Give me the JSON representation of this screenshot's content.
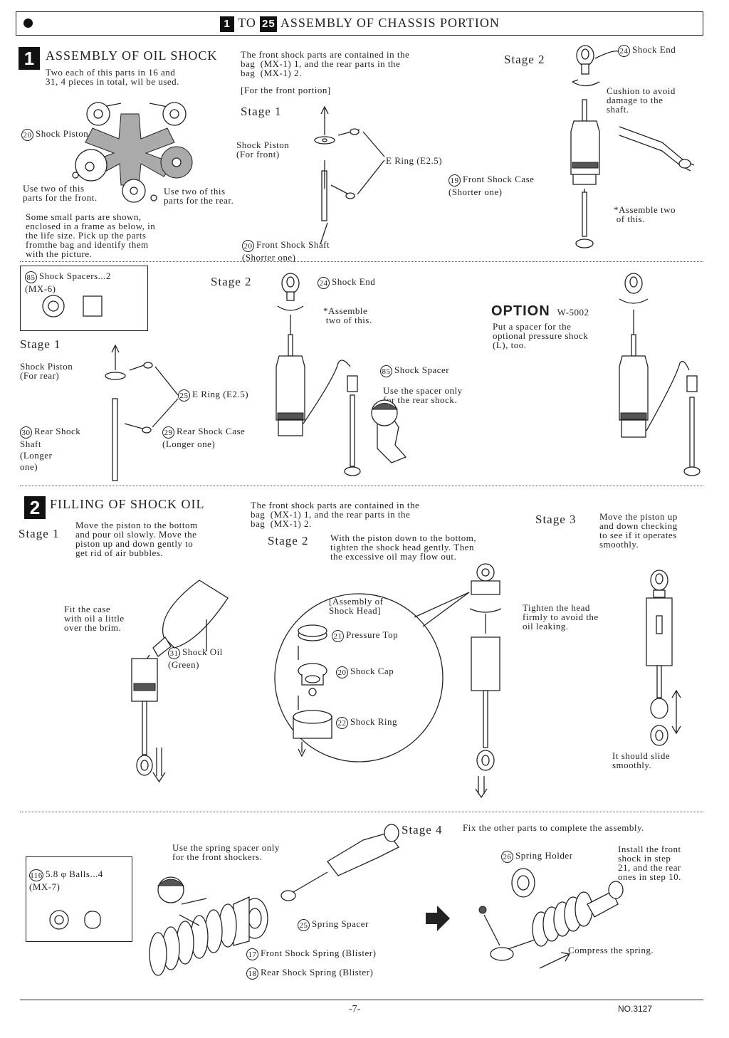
{
  "header": {
    "step_from": "1",
    "to_word": "TO",
    "step_to": "25",
    "title": "ASSEMBLY OF CHASSIS PORTION"
  },
  "s1": {
    "number": "1",
    "title": "ASSEMBLY OF OIL SHOCK",
    "intro": "Two each of this parts in 16 and\n31, 4 pieces in total, wil be used.",
    "piston_label": "Shock Piston",
    "piston_num": "20",
    "use_front": "Use two of this\nparts for the front.",
    "use_rear": "Use two of this\nparts for the rear.",
    "small_parts_note": "Some small parts are shown,\nenclosed in a frame as below, in\nthe life size. Pick up the parts\nfromthe bag and identify them\nwith the picture.",
    "front_note": "The front shock parts are contained in the\nbag  (MX-1) 1, and the rear parts in the\nbag  (MX-1) 2.",
    "for_front": "[For the front portion]",
    "stage1": "Stage 1",
    "shock_piston_front": "Shock Piston\n(For front)",
    "e_ring": "E Ring (E2.5)",
    "front_shaft_num": "20",
    "front_shaft": "Front Shock Shaft\n(Shorter one)",
    "stage2": "Stage 2",
    "shock_end_num": "24",
    "shock_end": "Shock End",
    "cushion": "Cushion to avoid\ndamage to the\nshaft.",
    "front_case_num": "19",
    "front_case": "Front Shock Case\n(Shorter one)",
    "assemble_two": "*Assemble two\n of this."
  },
  "rear": {
    "spacer_box_num": "85",
    "spacer_box": "Shock Spacers...2\n(MX-6)",
    "stage1": "Stage 1",
    "shock_piston_rear": "Shock Piston\n(For rear)",
    "e_ring_num": "25",
    "e_ring": "E Ring (E2.5)",
    "rear_shaft_num": "30",
    "rear_shaft": "Rear Shock\nShaft\n(Longer\none)",
    "rear_case_num": "29",
    "rear_case": "Rear Shock Case\n(Longer one)",
    "stage2": "Stage 2",
    "shock_end_num": "24",
    "shock_end": "Shock End",
    "assemble": "*Assemble\n two of this.",
    "spacer_num": "85",
    "spacer": "Shock Spacer",
    "spacer_note": "Use the spacer only\nfor the rear shock.",
    "option_word": "OPTION",
    "option_code": "W-5002",
    "option_note": "Put a spacer for the\noptional pressure shock\n(L), too."
  },
  "s2": {
    "number": "2",
    "title": "FILLING OF SHOCK OIL",
    "stage1": "Stage 1",
    "stage1_text": "Move the piston to the bottom\nand pour oil slowly. Move the\npiston up and down gently to\nget rid of air bubbles.",
    "front_note": "The front shock parts are contained in the\nbag  (MX-1) 1, and the rear parts in the\nbag  (MX-1) 2.",
    "stage2": "Stage 2",
    "stage2_text": "With the piston down to the bottom,\ntighten the shock head gently. Then\nthe excessive oil may flow out.",
    "stage3": "Stage 3",
    "stage3_text": "Move the piston up\nand down checking\nto see if it operates\nsmoothly.",
    "fit_case": "Fit the case\nwith oil a little\nover the brim.",
    "oil_num": "31",
    "oil": "Shock Oil\n(Green)",
    "head_assembly": "[Assembly of\nShock Head]",
    "pressure_top_num": "21",
    "pressure_top": "Pressure Top",
    "shock_cap_num": "20",
    "shock_cap": "Shock Cap",
    "shock_ring_num": "22",
    "shock_ring": "Shock Ring",
    "tighten": "Tighten the head\nfirmly to avoid the\noil leaking.",
    "slide": "It should slide\nsmoothly."
  },
  "s4": {
    "balls_num": "116",
    "balls": "5.8 φ Balls...4\n(MX-7)",
    "spring_spacer_note": "Use the spring spacer only\nfor the front shockers.",
    "spring_spacer_num": "25",
    "spring_spacer": "Spring Spacer",
    "front_spring_num": "17",
    "front_spring": "Front Shock Spring (Blister)",
    "rear_spring_num": "18",
    "rear_spring": "Rear Shock Spring (Blister)",
    "stage4": "Stage 4",
    "stage4_text": "Fix the other parts to complete the assembly.",
    "spring_holder_num": "26",
    "spring_holder": "Spring Holder",
    "install": "Install the front\nshock in step\n21, and the rear\nones in step 10.",
    "compress": "Compress the spring."
  },
  "footer": {
    "page": "-7-",
    "doc_no": "NO.3127"
  }
}
